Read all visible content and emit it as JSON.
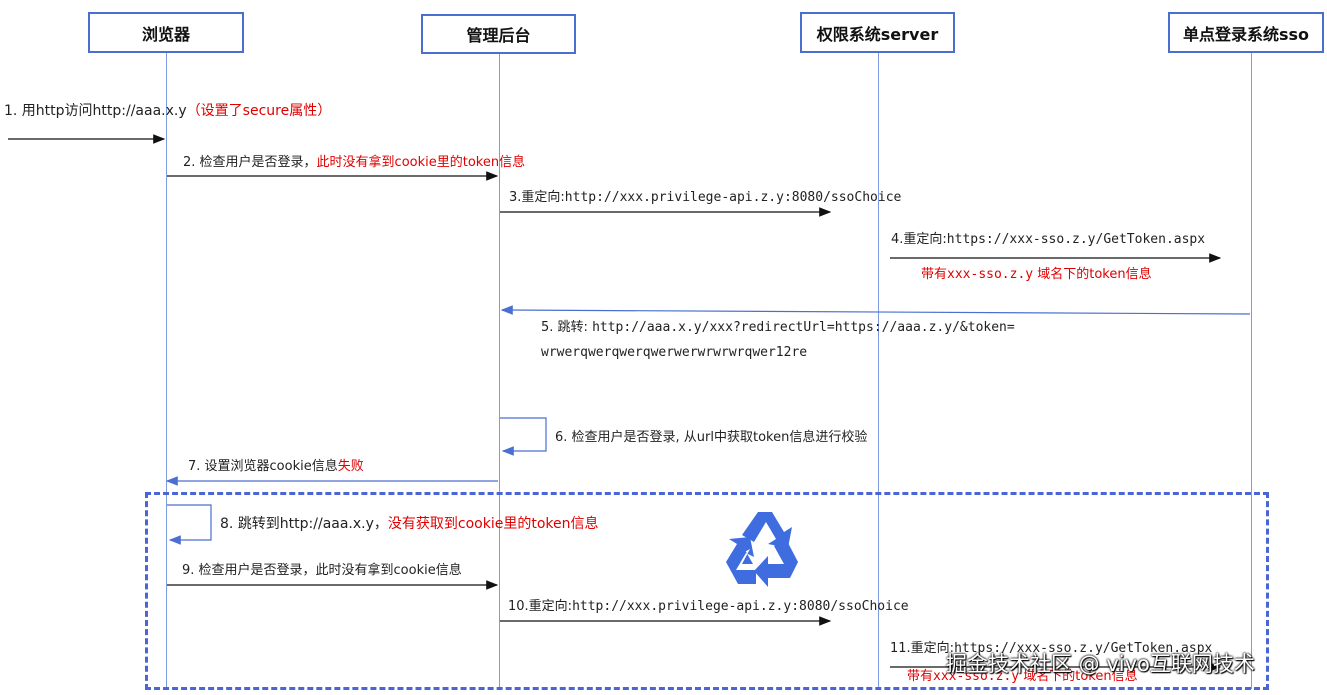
{
  "actors": {
    "browser": "浏览器",
    "admin": "管理后台",
    "permission": "权限系统server",
    "sso": "单点登录系统sso"
  },
  "messages": {
    "m1_text": "1. 用http访问http://aaa.x.y",
    "m1_red": "（设置了secure属性）",
    "m2_text": "2. 检查用户是否登录，",
    "m2_red": "此时没有拿到cookie里的token信息",
    "m3_text": "3.重定向:",
    "m3_url": "http://xxx.privilege-api.z.y:8080/ssoChoice",
    "m4_text": "4.重定向:",
    "m4_url": "https://xxx-sso.z.y/GetToken.aspx",
    "m4_red_a": "带有",
    "m4_red_b": "xxx-sso.z.y",
    "m4_red_c": " 域名下的token信息",
    "m5_text": "5. 跳转: ",
    "m5_url": "http://aaa.x.y/xxx?redirectUrl=https://aaa.z.y/&token=",
    "m5_url2": "wrwerqwerqwerqwerwerwrwrwrqwer12re",
    "m6_text": "6. 检查用户是否登录, 从url中获取token信息进行校验",
    "m7_text": "7. 设置浏览器cookie信息",
    "m7_red": "失败",
    "m8_text": "8. 跳转到http://aaa.x.y，",
    "m8_red": "没有获取到cookie里的token信息",
    "m9_text": "9. 检查用户是否登录，此时没有拿到cookie信息",
    "m10_text": "10.重定向:",
    "m10_url": "http://xxx.privilege-api.z.y:8080/ssoChoice",
    "m11_text": "11.重定向:",
    "m11_url": "https://xxx-sso.z.y/GetToken.aspx",
    "m11_red_a": "带有",
    "m11_red_b": "xxx-sso.z.y",
    "m11_red_c": " 域名下的token信息"
  },
  "loop_icon": "recycle-icon",
  "watermark": "掘金技术社区 @ vivo互联网技术",
  "colors": {
    "actor_border": "#4a6fd0",
    "lifeline": "#7f9be0",
    "arrow_dark": "#111111",
    "arrow_blue": "#4a6fd0",
    "highlight_red": "#e00000",
    "loop_border": "#4a66d6",
    "recycle_icon": "#3f6de0"
  }
}
